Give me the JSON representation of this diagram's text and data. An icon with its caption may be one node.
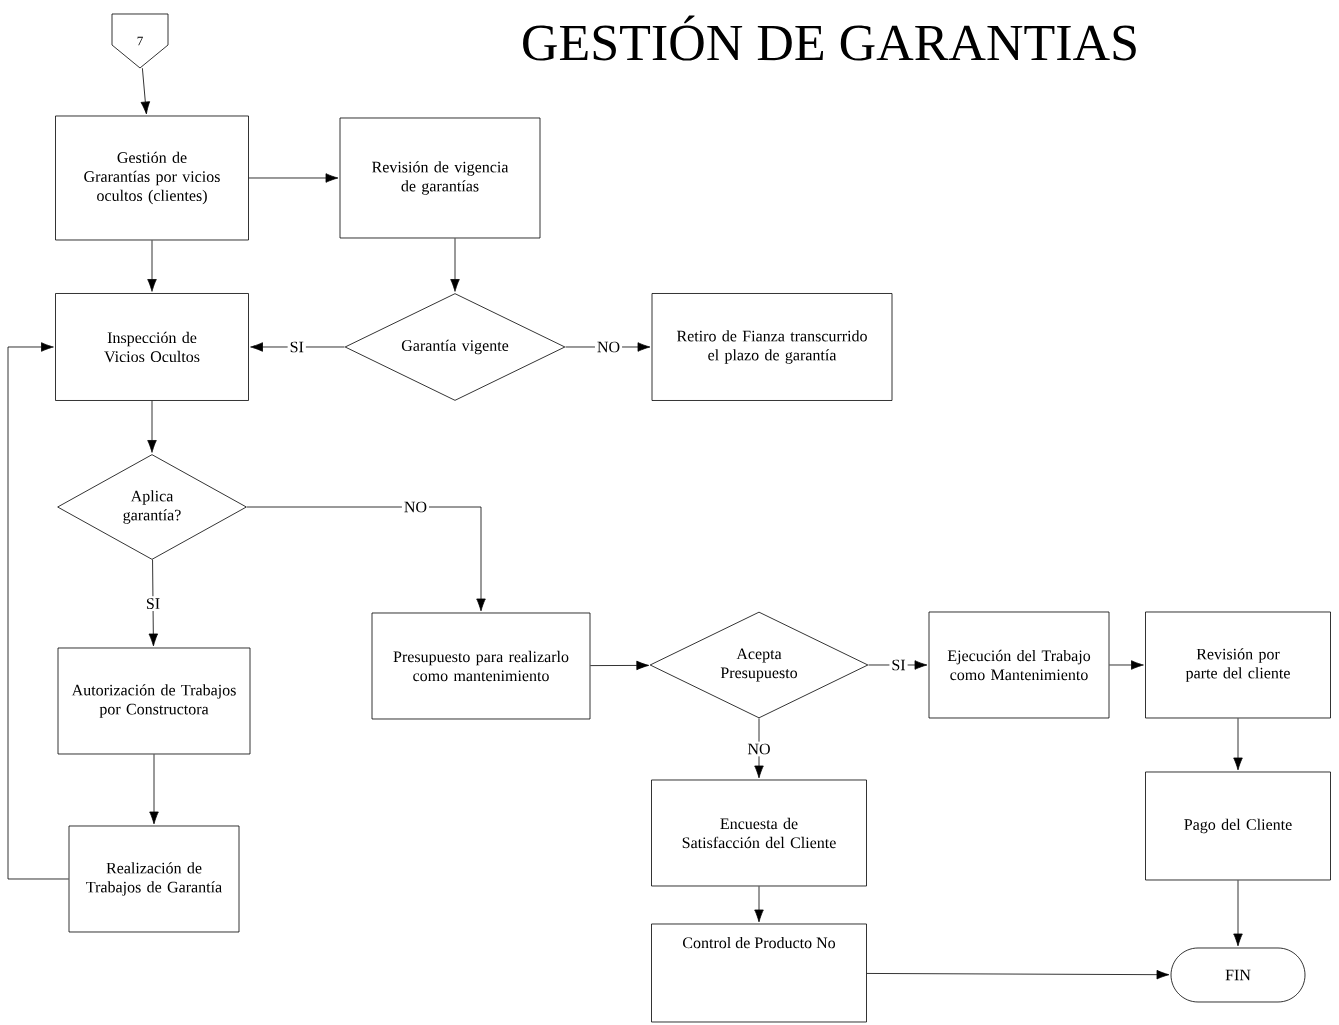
{
  "diagram": {
    "title": "GESTIÓN DE GARANTIAS",
    "nodes": [
      {
        "text": [
          "7"
        ]
      },
      {
        "text": [
          "Gestión de Grarantías por vicios ocultos (clientes)"
        ]
      },
      {
        "text": [
          "Revisión de vigencia de garantías"
        ]
      },
      {
        "text": [
          "Inspección de Vicios Ocultos"
        ]
      },
      {
        "text": [
          "Garantía vigente"
        ]
      },
      {
        "text": [
          "Retiro de Fianza transcurrido el plazo de garantía"
        ]
      },
      {
        "text": [
          "Aplica garantía?"
        ]
      },
      {
        "text": [
          "Autorización de Trabajos por Constructora"
        ]
      },
      {
        "text": [
          "Realización de Trabajos de Garantía"
        ]
      },
      {
        "text": [
          "Presupuesto para realizarlo como mantenimiento"
        ]
      },
      {
        "text": [
          "Acepta Presupuesto"
        ]
      },
      {
        "text": [
          "Ejecución del Trabajo como Mantenimiento"
        ]
      },
      {
        "text": [
          "Revisión por parte del cliente"
        ]
      },
      {
        "text": [
          "Encuesta de Satisfacción del Cliente"
        ]
      },
      {
        "text": [
          "Pago del Cliente"
        ]
      },
      {
        "text": [
          "Control de Producto No"
        ]
      },
      {
        "text": [
          "FIN"
        ]
      }
    ],
    "edges": [
      {
        "from": 0,
        "to": 1,
        "arrow": "to"
      },
      {
        "from": 1,
        "to": 2,
        "arrow": "to"
      },
      {
        "from": 1,
        "to": 3,
        "arrow": "to"
      },
      {
        "from": 2,
        "to": 4,
        "arrow": "to"
      },
      {
        "from": 4,
        "to": 3,
        "arrow": "to",
        "label": "SI"
      },
      {
        "from": 4,
        "to": 5,
        "arrow": "to",
        "label": "NO"
      },
      {
        "from": 3,
        "to": 6,
        "arrow": "to"
      },
      {
        "from": 6,
        "to": 7,
        "arrow": "to",
        "label": "SI"
      },
      {
        "from": 6,
        "to": 9,
        "arrow": "to",
        "label": "NO"
      },
      {
        "from": 7,
        "to": 8,
        "arrow": "to"
      },
      {
        "from": 8,
        "to": 3,
        "arrow": "to"
      },
      {
        "from": 9,
        "to": 10,
        "arrow": "to"
      },
      {
        "from": 10,
        "to": 11,
        "arrow": "to",
        "label": "SI"
      },
      {
        "from": 10,
        "to": 13,
        "arrow": "to",
        "label": "NO"
      },
      {
        "from": 11,
        "to": 12,
        "arrow": "to"
      },
      {
        "from": 12,
        "to": 14,
        "arrow": "to"
      },
      {
        "from": 13,
        "to": 15,
        "arrow": "to"
      },
      {
        "from": 14,
        "to": 16,
        "arrow": "to"
      },
      {
        "from": 15,
        "to": 16,
        "arrow": "to"
      }
    ]
  }
}
